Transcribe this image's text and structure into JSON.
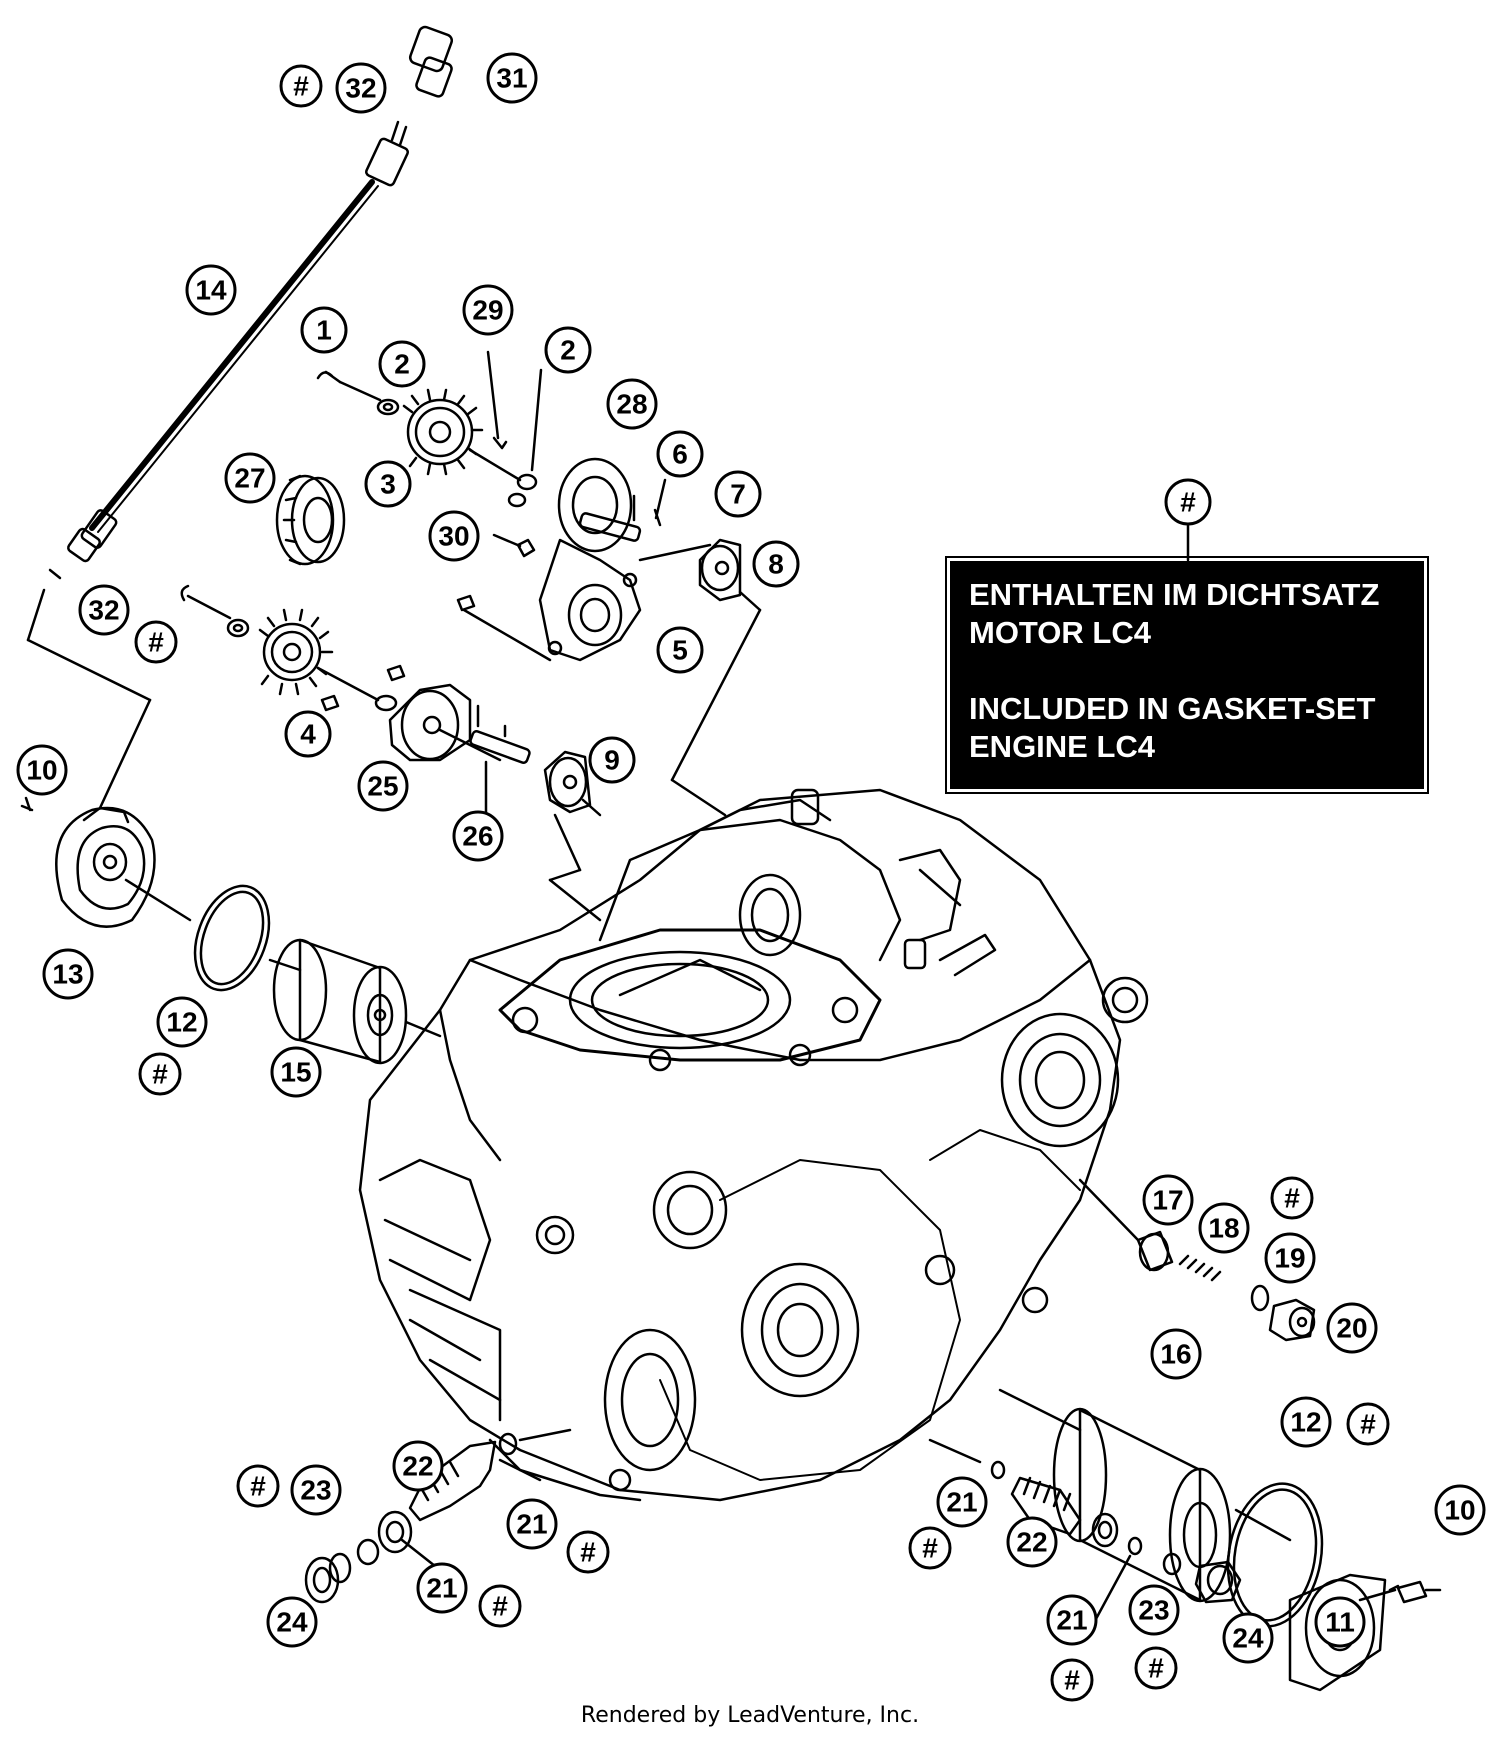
{
  "diagram": {
    "callouts": [
      {
        "id": "c-hash-top",
        "label": "#"
      },
      {
        "id": "c-32-top",
        "label": "32"
      },
      {
        "id": "c-31",
        "label": "31"
      },
      {
        "id": "c-14",
        "label": "14"
      },
      {
        "id": "c-1",
        "label": "1"
      },
      {
        "id": "c-2a",
        "label": "2"
      },
      {
        "id": "c-29",
        "label": "29"
      },
      {
        "id": "c-2b",
        "label": "2"
      },
      {
        "id": "c-28",
        "label": "28"
      },
      {
        "id": "c-27",
        "label": "27"
      },
      {
        "id": "c-3",
        "label": "3"
      },
      {
        "id": "c-6",
        "label": "6"
      },
      {
        "id": "c-7",
        "label": "7"
      },
      {
        "id": "c-30",
        "label": "30"
      },
      {
        "id": "c-8",
        "label": "8"
      },
      {
        "id": "c-5",
        "label": "5"
      },
      {
        "id": "c-32-left",
        "label": "32"
      },
      {
        "id": "c-hash-left",
        "label": "#"
      },
      {
        "id": "c-4",
        "label": "4"
      },
      {
        "id": "c-25",
        "label": "25"
      },
      {
        "id": "c-9",
        "label": "9"
      },
      {
        "id": "c-26",
        "label": "26"
      },
      {
        "id": "c-10-left",
        "label": "10"
      },
      {
        "id": "c-13",
        "label": "13"
      },
      {
        "id": "c-12-left",
        "label": "12"
      },
      {
        "id": "c-hash-12",
        "label": "#"
      },
      {
        "id": "c-15",
        "label": "15"
      },
      {
        "id": "c-hash-legend",
        "label": "#"
      },
      {
        "id": "c-17",
        "label": "17"
      },
      {
        "id": "c-18",
        "label": "18"
      },
      {
        "id": "c-hash-19",
        "label": "#"
      },
      {
        "id": "c-19",
        "label": "19"
      },
      {
        "id": "c-20",
        "label": "20"
      },
      {
        "id": "c-16",
        "label": "16"
      },
      {
        "id": "c-12-right",
        "label": "12"
      },
      {
        "id": "c-hash-12r",
        "label": "#"
      },
      {
        "id": "c-10-right",
        "label": "10"
      },
      {
        "id": "c-11",
        "label": "11"
      },
      {
        "id": "c-hash-23l",
        "label": "#"
      },
      {
        "id": "c-23-left",
        "label": "23"
      },
      {
        "id": "c-22-left",
        "label": "22"
      },
      {
        "id": "c-21-left-a",
        "label": "21"
      },
      {
        "id": "c-hash-21la",
        "label": "#"
      },
      {
        "id": "c-21-left-b",
        "label": "21"
      },
      {
        "id": "c-hash-21lb",
        "label": "#"
      },
      {
        "id": "c-24-left",
        "label": "24"
      },
      {
        "id": "c-21-right-a",
        "label": "21"
      },
      {
        "id": "c-hash-21ra",
        "label": "#"
      },
      {
        "id": "c-22-right",
        "label": "22"
      },
      {
        "id": "c-21-right-b",
        "label": "21"
      },
      {
        "id": "c-23-right",
        "label": "23"
      },
      {
        "id": "c-24-right",
        "label": "24"
      },
      {
        "id": "c-hash-21rb",
        "label": "#"
      },
      {
        "id": "c-hash-23r",
        "label": "#"
      }
    ],
    "legend": {
      "line1": "ENTHALTEN IM DICHTSATZ",
      "line2": "MOTOR LC4",
      "line3": "INCLUDED IN GASKET-SET",
      "line4": "ENGINE LC4"
    },
    "footer": "Rendered by LeadVenture, Inc."
  }
}
